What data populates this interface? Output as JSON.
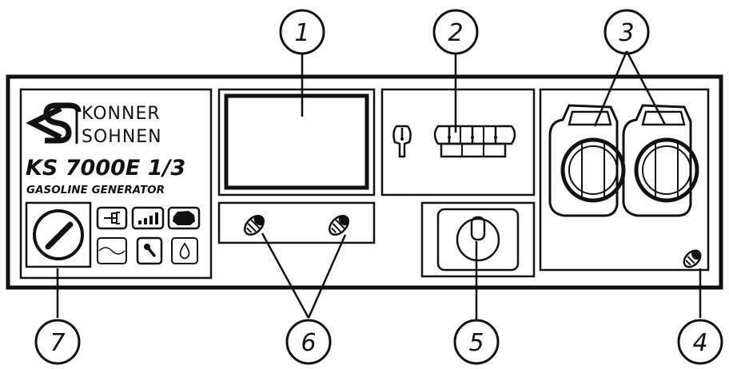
{
  "brand": {
    "line1": "KONNER",
    "line2": "SOHNEN",
    "logo": "ks-logo-icon"
  },
  "model": {
    "name": "KS 7000E 1/3",
    "type": "GASOLINE GENERATOR"
  },
  "indicators": [
    {
      "icon": "plug-icon"
    },
    {
      "icon": "signal-bars-icon"
    },
    {
      "icon": "engine-icon"
    },
    {
      "icon": "sine-wave-icon"
    },
    {
      "icon": "wrench-icon"
    },
    {
      "icon": "oil-drop-icon"
    }
  ],
  "callouts": [
    {
      "number": "1"
    },
    {
      "number": "2"
    },
    {
      "number": "3"
    },
    {
      "number": "4"
    },
    {
      "number": "5"
    },
    {
      "number": "6"
    },
    {
      "number": "7"
    }
  ],
  "colors": {
    "ink": "#111111",
    "background": "#ffffff"
  }
}
